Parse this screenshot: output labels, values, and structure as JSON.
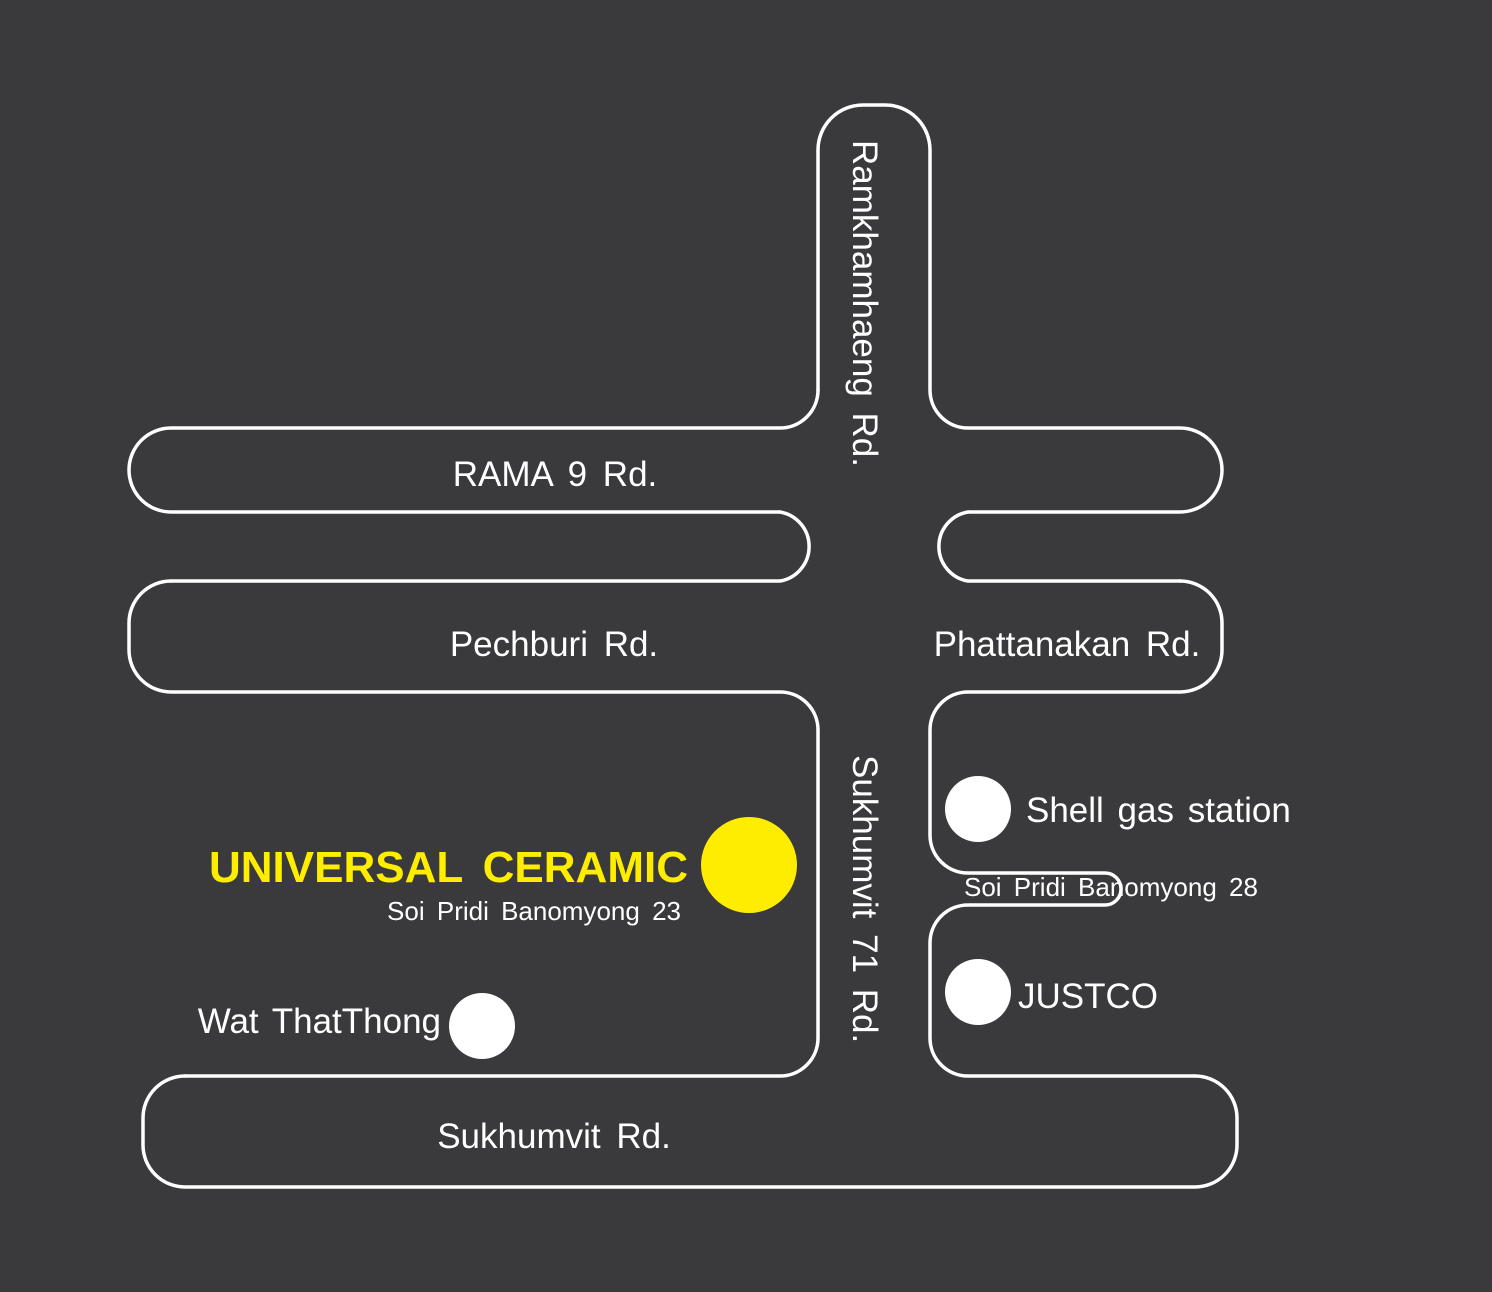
{
  "colors": {
    "background": "#3a3a3c",
    "road": "#ffffff",
    "landmark": "#ffffff",
    "highlight": "#ffed00"
  },
  "roads": {
    "ramkhamhaeng": "Ramkhamhaeng Rd.",
    "rama9": "RAMA 9 Rd.",
    "pechburi": "Pechburi Rd.",
    "phattanakan": "Phattanakan Rd.",
    "sukhumvit71": "Sukhumvit 71 Rd.",
    "sukhumvit": "Sukhumvit Rd.",
    "soi23": "Soi Pridi Banomyong 23",
    "soi28": "Soi Pridi Banomyong 28"
  },
  "landmarks": {
    "universal_ceramic": "UNIVERSAL CERAMIC",
    "shell": "Shell gas station",
    "justco": "JUSTCO",
    "wat": "Wat ThatThong"
  }
}
